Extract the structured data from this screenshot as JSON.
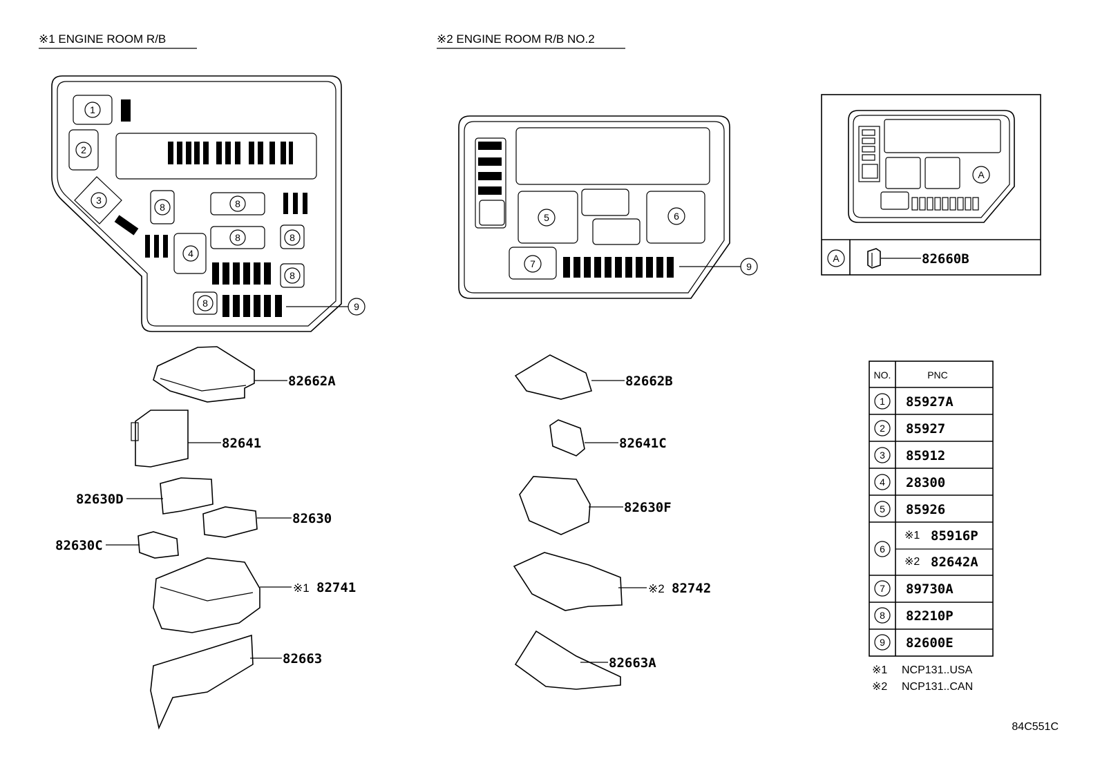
{
  "headers": {
    "rb1": "※1 ENGINE ROOM R/B",
    "rb2": "※2 ENGINE ROOM R/B  NO.2"
  },
  "callouts": {
    "c1": "1",
    "c2": "2",
    "c3": "3",
    "c4": "4",
    "c5": "5",
    "c6": "6",
    "c7": "7",
    "c8": "8",
    "c9": "9",
    "cA": "A"
  },
  "inset": {
    "row_label": "A",
    "part": "82660B"
  },
  "parts_left": {
    "p82662A": "82662A",
    "p82641": "82641",
    "p82630D": "82630D",
    "p82630": "82630",
    "p82630C": "82630C",
    "p82741_mark": "※1",
    "p82741": "82741",
    "p82663": "82663"
  },
  "parts_mid": {
    "p82662B": "82662B",
    "p82641C": "82641C",
    "p82630F": "82630F",
    "p82742_mark": "※2",
    "p82742": "82742",
    "p82663A": "82663A"
  },
  "table": {
    "col_no": "NO.",
    "col_pnc": "PNC",
    "rows": [
      {
        "no": "1",
        "pnc": "85927A"
      },
      {
        "no": "2",
        "pnc": "85927"
      },
      {
        "no": "3",
        "pnc": "85912"
      },
      {
        "no": "4",
        "pnc": "28300"
      },
      {
        "no": "5",
        "pnc": "85926"
      },
      {
        "no": "6",
        "pnc1_mark": "※1",
        "pnc1": "85916P",
        "pnc2_mark": "※2",
        "pnc2": "82642A"
      },
      {
        "no": "7",
        "pnc": "89730A"
      },
      {
        "no": "8",
        "pnc": "82210P"
      },
      {
        "no": "9",
        "pnc": "82600E"
      }
    ]
  },
  "notes": {
    "n1_mark": "※1",
    "n1": "NCP131..USA",
    "n2_mark": "※2",
    "n2": "NCP131..CAN"
  },
  "figure_id": "84C551C"
}
